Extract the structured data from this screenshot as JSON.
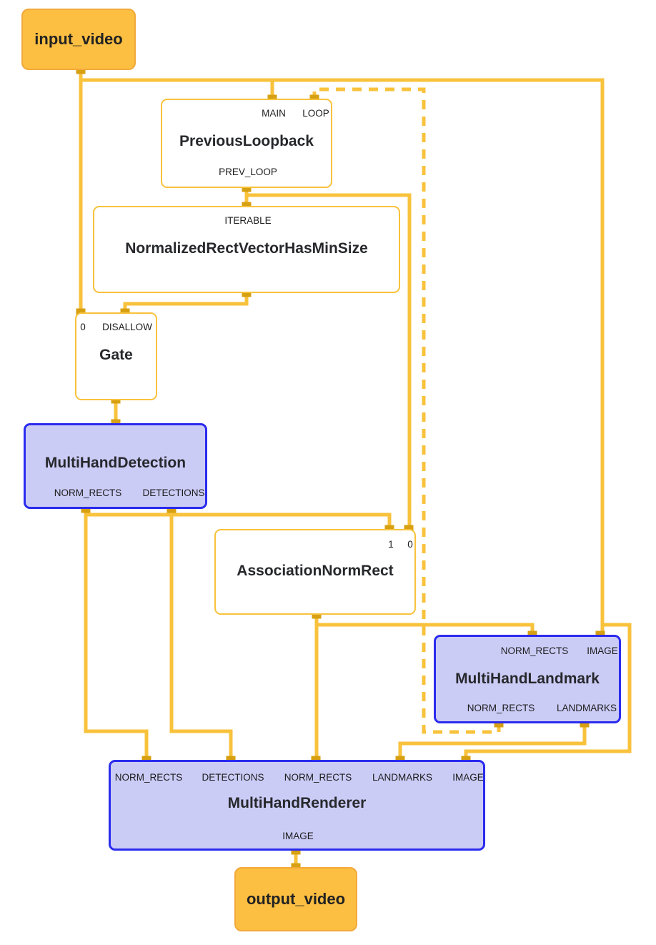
{
  "diagram": {
    "colors": {
      "edge": "#F8C23C",
      "port_square": "#D7A012",
      "io_node_fill": "#FCBF42",
      "io_node_border": "#F2A93B",
      "subgraph_node_fill": "#FFFFFF",
      "subgraph_node_border": "#F8C23C",
      "calculator_node_fill": "#CBCCF6",
      "calculator_node_border": "#2B2BEE",
      "text": "#202124"
    },
    "nodes": {
      "input_video": {
        "label": "input_video"
      },
      "previous_loopback": {
        "title": "PreviousLoopback",
        "ports": {
          "main": "MAIN",
          "loop": "LOOP",
          "prev_loop": "PREV_LOOP"
        }
      },
      "normalized_rect_vector_has_min_size": {
        "title": "NormalizedRectVectorHasMinSize",
        "ports": {
          "iterable": "ITERABLE"
        }
      },
      "gate": {
        "title": "Gate",
        "ports": {
          "in0": "0",
          "disallow": "DISALLOW"
        }
      },
      "multi_hand_detection": {
        "title": "MultiHandDetection",
        "ports": {
          "norm_rects": "NORM_RECTS",
          "detections": "DETECTIONS"
        }
      },
      "association_norm_rect": {
        "title": "AssociationNormRect",
        "ports": {
          "in1": "1",
          "in0": "0"
        }
      },
      "multi_hand_landmark": {
        "title": "MultiHandLandmark",
        "ports": {
          "norm_rects_in": "NORM_RECTS",
          "image_in": "IMAGE",
          "norm_rects_out": "NORM_RECTS",
          "landmarks_out": "LANDMARKS"
        }
      },
      "multi_hand_renderer": {
        "title": "MultiHandRenderer",
        "ports": {
          "norm_rects_1": "NORM_RECTS",
          "detections": "DETECTIONS",
          "norm_rects_2": "NORM_RECTS",
          "landmarks": "LANDMARKS",
          "image_in": "IMAGE",
          "image_out": "IMAGE"
        }
      },
      "output_video": {
        "label": "output_video"
      }
    }
  }
}
